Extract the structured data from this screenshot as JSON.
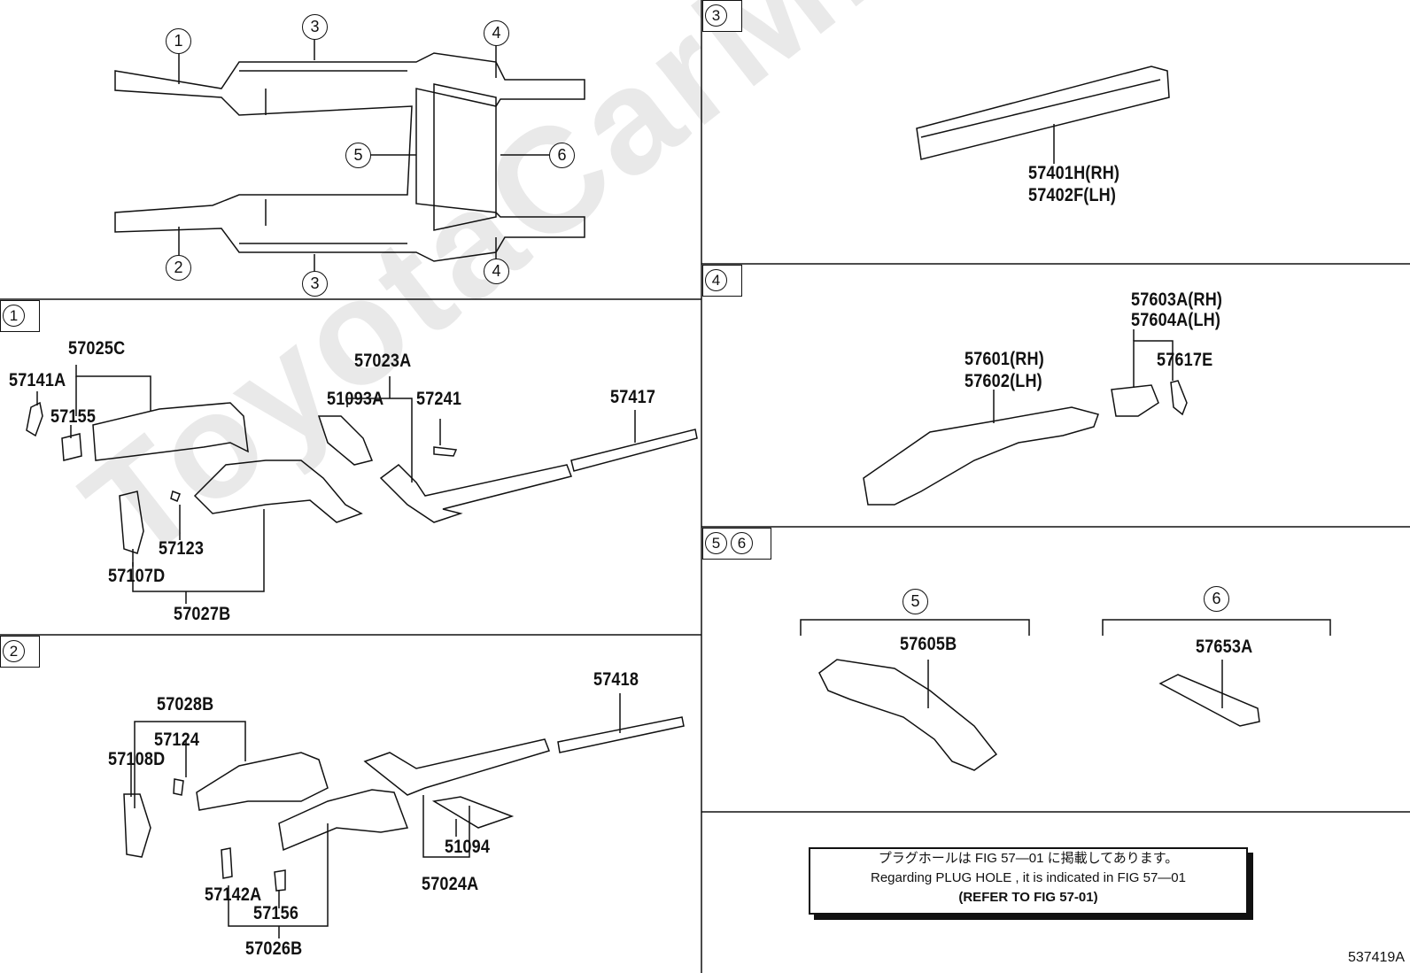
{
  "markers": {
    "m1": "1",
    "m2": "2",
    "m3": "3",
    "m4": "4",
    "m5": "5",
    "m6": "6"
  },
  "section_tags": {
    "s1": "1",
    "s2": "2",
    "s3": "3",
    "s4": "4",
    "s5": "5",
    "s6": "6"
  },
  "parts": {
    "p57025C": "57025C",
    "p57141A": "57141A",
    "p57155": "57155",
    "p57023A": "57023A",
    "p51093A": "51093A",
    "p57241": "57241",
    "p57417": "57417",
    "p57123": "57123",
    "p57107D": "57107D",
    "p57027B": "57027B",
    "p57028B": "57028B",
    "p57124": "57124",
    "p57108D": "57108D",
    "p57418": "57418",
    "p51094": "51094",
    "p57142A": "57142A",
    "p57156": "57156",
    "p57026B": "57026B",
    "p57024A": "57024A",
    "p57401H": "57401H(RH)",
    "p57402F": "57402F(LH)",
    "p57603A": "57603A(RH)",
    "p57604A": "57604A(LH)",
    "p57601": "57601(RH)",
    "p57602": "57602(LH)",
    "p57617E": "57617E",
    "p57605B": "57605B",
    "p57653A": "57653A"
  },
  "note": {
    "line1": "プラグホールは FIG 57―01 に掲載してあります。",
    "line2": "Regarding  PLUG  HOLE , it is indicated in FIG  57―01",
    "line3": "(REFER TO FIG 57-01)"
  },
  "watermark": "ToyotaCarMine.ru",
  "diagram_code": "537419A"
}
